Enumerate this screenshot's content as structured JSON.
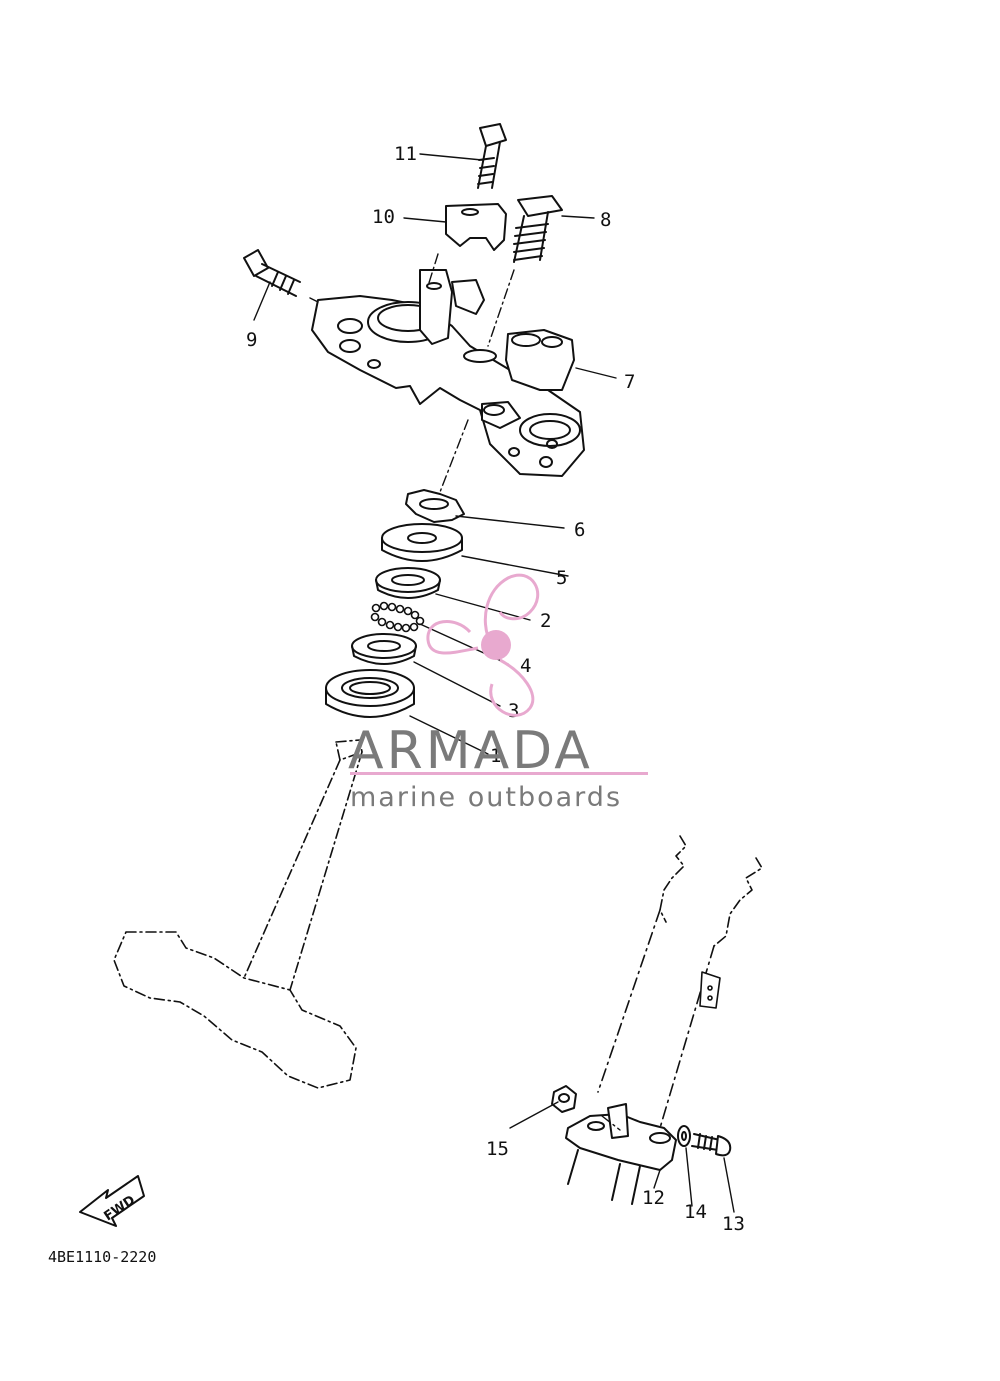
{
  "diagram": {
    "callouts": [
      "1",
      "2",
      "3",
      "4",
      "5",
      "6",
      "7",
      "8",
      "9",
      "10",
      "11",
      "12",
      "13",
      "14",
      "15"
    ],
    "drawing_code": "4BE1110-2220",
    "fwd_label": "FWD"
  },
  "watermark": {
    "name": "ARMADA",
    "tagline": "marine outboards",
    "colors": {
      "text": "#7a7a7a",
      "accent": "#e8a9cf"
    }
  },
  "colors": {
    "line": "#111111",
    "background": "#ffffff"
  }
}
